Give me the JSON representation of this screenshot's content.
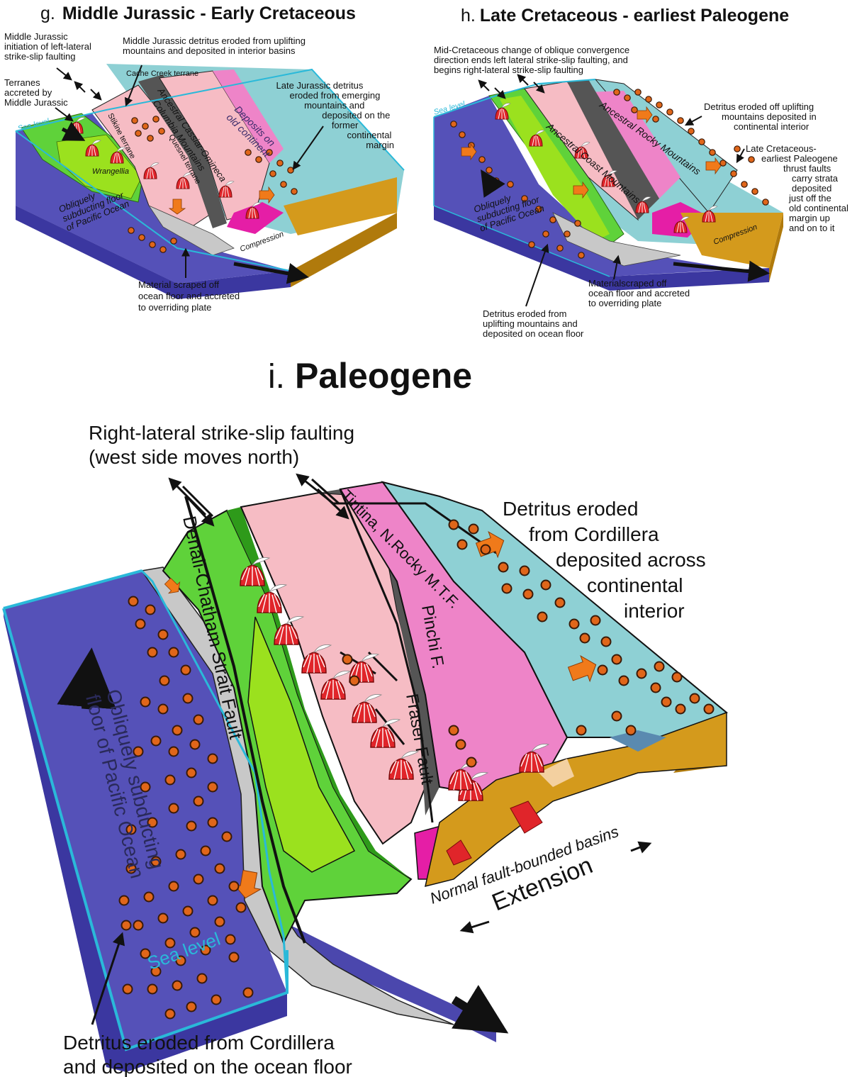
{
  "colors": {
    "ocean": "#5551b8",
    "ocean_dark": "#3b37a0",
    "continent_cyan": "#8ed0d4",
    "terrane_green": "#5fd23a",
    "terrane_lime": "#9be11e",
    "pink_light": "#f6bcc4",
    "pink": "#ee84c8",
    "magenta": "#e51ea6",
    "sediment_gold": "#d49a1c",
    "grey_accretion": "#c8c8c8",
    "sea_level": "#2ab9d9",
    "detritus_orange": "#e0661a",
    "volcano_red": "#e0252a",
    "arrow_orange": "#f07a1a"
  },
  "panel_g": {
    "title_prefix": "g.",
    "title": "Middle Jurassic - Early Cretaceous",
    "labels": {
      "initiation": [
        "Middle Jurassic",
        "initiation of left-lateral",
        "strike-slip faulting"
      ],
      "terranes": [
        "Terranes",
        "accreted by",
        "Middle Jurassic"
      ],
      "detritus_interior": [
        "Middle Jurassic detritus eroded from uplifting",
        "mountains and deposited in interior basins"
      ],
      "cache_creek": "Cache Creek terrane",
      "late_jurassic": [
        "Late Jurassic detritus",
        "eroded from emerging",
        "mountains and",
        "deposited on the",
        "former",
        "continental",
        "margin"
      ],
      "sea_level": "Sea level",
      "stikine": "Stikine terrane",
      "wrangellia": "Wrangellia",
      "ancestral_cassiar": "Ancestral Cassiar-Omineca",
      "columbia_mountains": "Columbia Mountains",
      "quesnel": "Quesnel terrane",
      "deposits_old_continent": [
        "Deposits on",
        "old continent"
      ],
      "obliquely": [
        "Obliquely",
        "subducting floor",
        "of Pacific Ocean"
      ],
      "compression": "Compression",
      "material_scraped": [
        "Material scraped off",
        "ocean floor and accreted",
        "to overriding plate"
      ]
    }
  },
  "panel_h": {
    "title_prefix": "h.",
    "title": "Late Cretaceous - earliest Paleogene",
    "labels": {
      "mid_cretaceous": [
        "Mid-Cretaceous change of oblique convergence",
        "direction ends left lateral strike-slip faulting, and",
        "begins right-lateral strike-slip faulting"
      ],
      "sea_level": "Sea level",
      "ancestral_rocky": "Ancestral Rocky Mountains",
      "ancestral_coast": "Ancestral Coast Mountains",
      "detritus_interior": [
        "Detritus eroded off uplifting",
        "mountains deposited in",
        "continental interior"
      ],
      "thrust": [
        "Late Cretaceous-",
        "earliest Paleogene",
        "thrust faults",
        "carry strata",
        "deposited",
        "just off the",
        "old continental",
        "margin up",
        "and on to it"
      ],
      "obliquely": [
        "Obliquely",
        "subducting floor",
        "of Pacific Ocean"
      ],
      "compression": "Compression",
      "material_scraped": [
        "Materialscraped off",
        "ocean floor and accreted",
        "to overriding plate"
      ],
      "detritus_ocean": [
        "Detritus eroded from",
        "uplifting mountains and",
        "deposited on ocean floor"
      ]
    }
  },
  "panel_i": {
    "title_prefix": "i.",
    "title": "Paleogene",
    "labels": {
      "right_lateral": [
        "Right-lateral strike-slip faulting",
        "(west side moves north)"
      ],
      "detritus_cordillera": [
        "Detritus eroded",
        "from Cordillera",
        "deposited across",
        "continental",
        "interior"
      ],
      "tintina": "Tintina, N.Rocky M.T.F.",
      "denali": "Denali-Chatham Strait Fault",
      "pinchi": "Pinchi F.",
      "fraser": "Fraser Fault",
      "obliquely": [
        "Obliquely subducting",
        "floor of Pacific Ocean"
      ],
      "sea_level": "Sea level",
      "normal_fault": "Normal fault-bounded basins",
      "extension": "Extension",
      "detritus_ocean": [
        "Detritus eroded from Cordillera",
        "and deposited on the ocean floor"
      ]
    }
  }
}
